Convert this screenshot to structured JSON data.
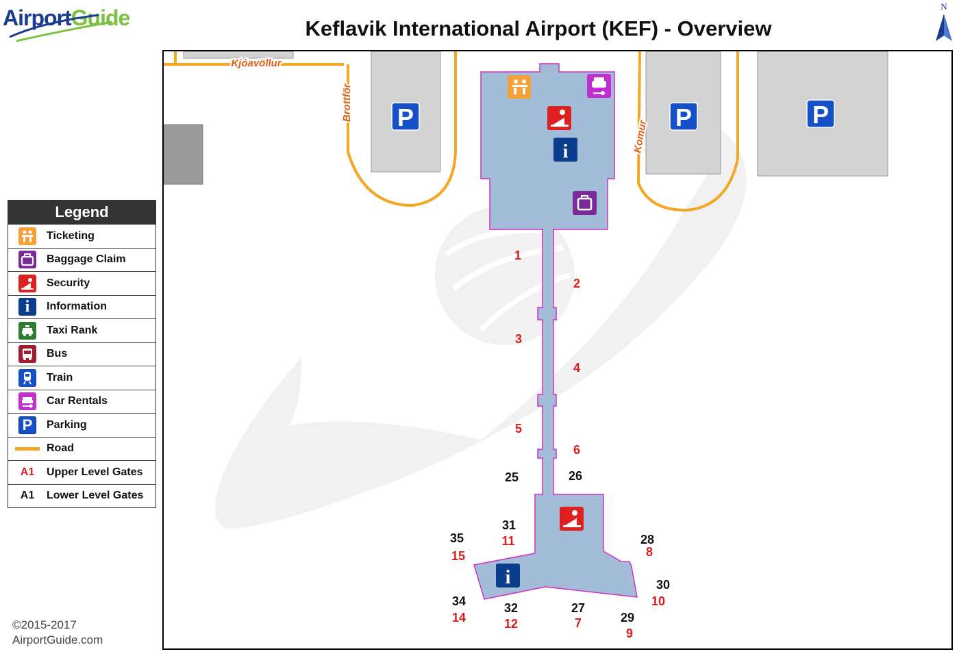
{
  "brand": {
    "logo_part1": "Airport",
    "logo_part2": "Guide"
  },
  "title": "Keflavik International Airport (KEF) - Overview",
  "compass": {
    "label": "N"
  },
  "legend": {
    "heading": "Legend",
    "items": [
      {
        "label": "Ticketing",
        "icon": "ticketing-icon",
        "color": "#f7a035"
      },
      {
        "label": "Baggage Claim",
        "icon": "baggage-claim-icon",
        "color": "#7b2a9a"
      },
      {
        "label": "Security",
        "icon": "security-icon",
        "color": "#e02020"
      },
      {
        "label": "Information",
        "icon": "information-icon",
        "color": "#0a3e8c"
      },
      {
        "label": "Taxi Rank",
        "icon": "taxi-icon",
        "color": "#2e7d32"
      },
      {
        "label": "Bus",
        "icon": "bus-icon",
        "color": "#a51c30"
      },
      {
        "label": "Train",
        "icon": "train-icon",
        "color": "#1650c8"
      },
      {
        "label": "Car Rentals",
        "icon": "car-rental-icon",
        "color": "#c030d0"
      },
      {
        "label": "Parking",
        "icon": "parking-icon",
        "color": "#1650c8"
      },
      {
        "label": "Road",
        "icon": "road-swatch",
        "color": "#f5a623"
      },
      {
        "label": "Upper Level Gates",
        "icon": "upper-gate-swatch",
        "swatch_text": "A1",
        "color": "#dd1c1c"
      },
      {
        "label": "Lower Level Gates",
        "icon": "lower-gate-swatch",
        "swatch_text": "A1",
        "color": "#111111"
      }
    ]
  },
  "roads": {
    "kjoavollur": "Kjóavöllur",
    "brottfor": "Brottför",
    "komur": "Komur"
  },
  "parking_label": "P",
  "info_label": "i",
  "gates": {
    "upper": [
      "1",
      "2",
      "3",
      "4",
      "5",
      "6",
      "7",
      "8",
      "9",
      "10",
      "11",
      "12",
      "14",
      "15"
    ],
    "lower": [
      "25",
      "26",
      "27",
      "28",
      "29",
      "30",
      "31",
      "32",
      "34",
      "35"
    ]
  },
  "copyright": {
    "line1": "©2015-2017",
    "line2": "AirportGuide.com"
  }
}
